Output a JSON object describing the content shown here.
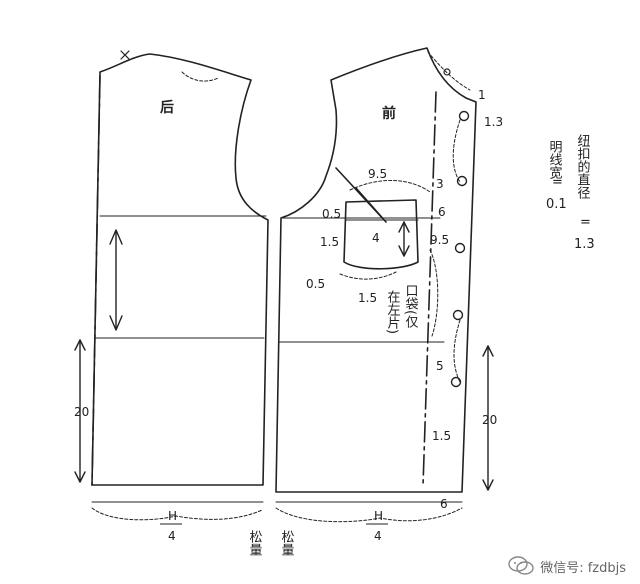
{
  "labels": {
    "back": "后",
    "front": "前",
    "placket_width_vertical": "明线宽",
    "eq1": "=",
    "placket_width_value": "0.1",
    "button_diameter_vertical": "纽扣的直径",
    "eq2": "=",
    "button_diameter_value": "1.3",
    "pocket_note_vertical_1": "口袋(仅",
    "pocket_note_vertical_2": "在左片)",
    "ease_left": "松量",
    "ease_right": "松量"
  },
  "dims": {
    "neck_1": "1",
    "neck_1_3": "1.3",
    "pocket_9_5_top": "9.5",
    "pocket_3": "3",
    "pocket_6": "6",
    "pocket_0_5_a": "0.5",
    "pocket_4": "4",
    "pocket_9_5_side": "9.5",
    "pocket_1_5_a": "1.5",
    "pocket_0_5_b": "0.5",
    "pocket_1_5_b": "1.5",
    "button_5": "5",
    "button_1_5": "1.5",
    "hem_back_20": "20",
    "hem_front_20": "20",
    "hem_6": "6",
    "h4_left_num": "H",
    "h4_left_den": "4",
    "h4_right_num": "H",
    "h4_right_den": "4"
  },
  "watermark": {
    "text": "微信号: fzdbjs",
    "icon": "wechat-icon"
  }
}
